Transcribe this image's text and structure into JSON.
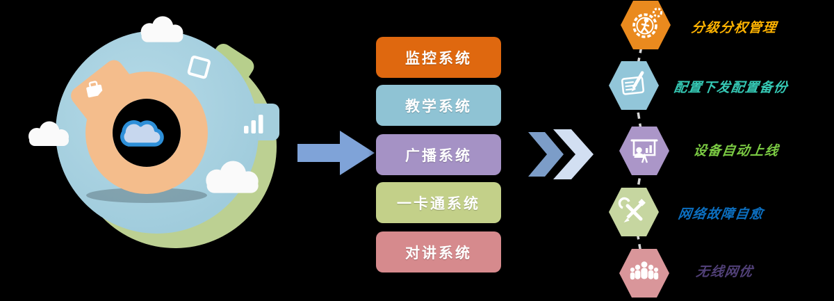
{
  "canvas": {
    "background": "#000000"
  },
  "illustration": {
    "name": "cloud-platform-illustration",
    "sky_circle_color": "#A7D0DF",
    "leaf_circle_color": "#BCD092",
    "ring_color": "#F4BD8C",
    "side_tab_color": "#A4CEDD",
    "back_tab_color": "#B7CF8C",
    "cloud_color": "#FAFAFA",
    "center_cloud_stroke": "#2D8FD8",
    "center_cloud_fill": "#C7D7EE",
    "icons": [
      "briefcase-icon",
      "tablet-outline-icon",
      "bar-chart-icon",
      "cloud-icon"
    ]
  },
  "arrows": {
    "main_color": "#7FA3D8",
    "chevron_dark_color": "#7C9DC8",
    "chevron_light_color": "#D2DFF2",
    "connector_color": "#D5D5D5"
  },
  "systems": {
    "items": [
      {
        "label": "监控系统",
        "color": "#DF680F"
      },
      {
        "label": "教学系统",
        "color": "#8FC3D4"
      },
      {
        "label": "广播系统",
        "color": "#A592C5"
      },
      {
        "label": "一卡通系统",
        "color": "#C3D089"
      },
      {
        "label": "对讲系统",
        "color": "#D68A8D"
      }
    ]
  },
  "features": {
    "items": [
      {
        "label": "分级分权管理",
        "hexagon_color": "#EA8A1E",
        "label_color": "#FFB301",
        "icon": "gear-person-icon"
      },
      {
        "label": "配置下发配置备份",
        "hexagon_color": "#92C6D9",
        "label_color": "#35C8B4",
        "icon": "document-pen-icon"
      },
      {
        "label": "设备自动上线",
        "hexagon_color": "#AB96C8",
        "label_color": "#7BCB43",
        "icon": "presentation-chart-icon"
      },
      {
        "label": "网络故障自愈",
        "hexagon_color": "#C6D6A0",
        "label_color": "#0C6FC0",
        "icon": "wrench-pencil-icon"
      },
      {
        "label": "无线网优",
        "hexagon_color": "#D9969A",
        "label_color": "#514078",
        "icon": "people-group-icon"
      }
    ]
  }
}
